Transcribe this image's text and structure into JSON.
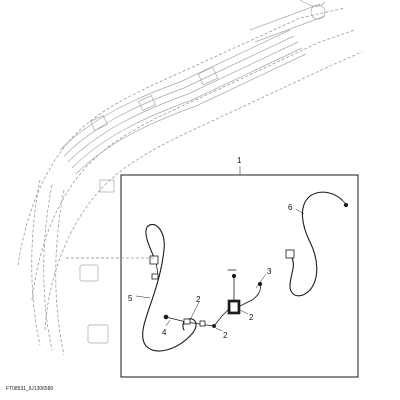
{
  "figure": {
    "figure_id": "FT08531_IU1306580",
    "callouts": {
      "c1": "1",
      "c2a": "2",
      "c2b": "2",
      "c2c": "2",
      "c3": "3",
      "c4": "4",
      "c5": "5",
      "c6": "6"
    }
  }
}
